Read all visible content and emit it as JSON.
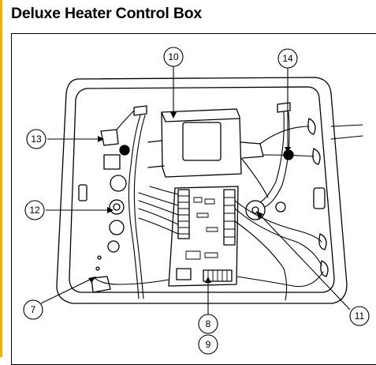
{
  "page": {
    "title": "Deluxe Heater Control Box",
    "accent_color": "#f0b400"
  },
  "callouts": [
    {
      "id": "c10",
      "label": "10"
    },
    {
      "id": "c14",
      "label": "14"
    },
    {
      "id": "c13",
      "label": "13"
    },
    {
      "id": "c12",
      "label": "12"
    },
    {
      "id": "c7",
      "label": "7"
    },
    {
      "id": "c8",
      "label": "8"
    },
    {
      "id": "c9",
      "label": "9"
    },
    {
      "id": "c11",
      "label": "11"
    }
  ]
}
